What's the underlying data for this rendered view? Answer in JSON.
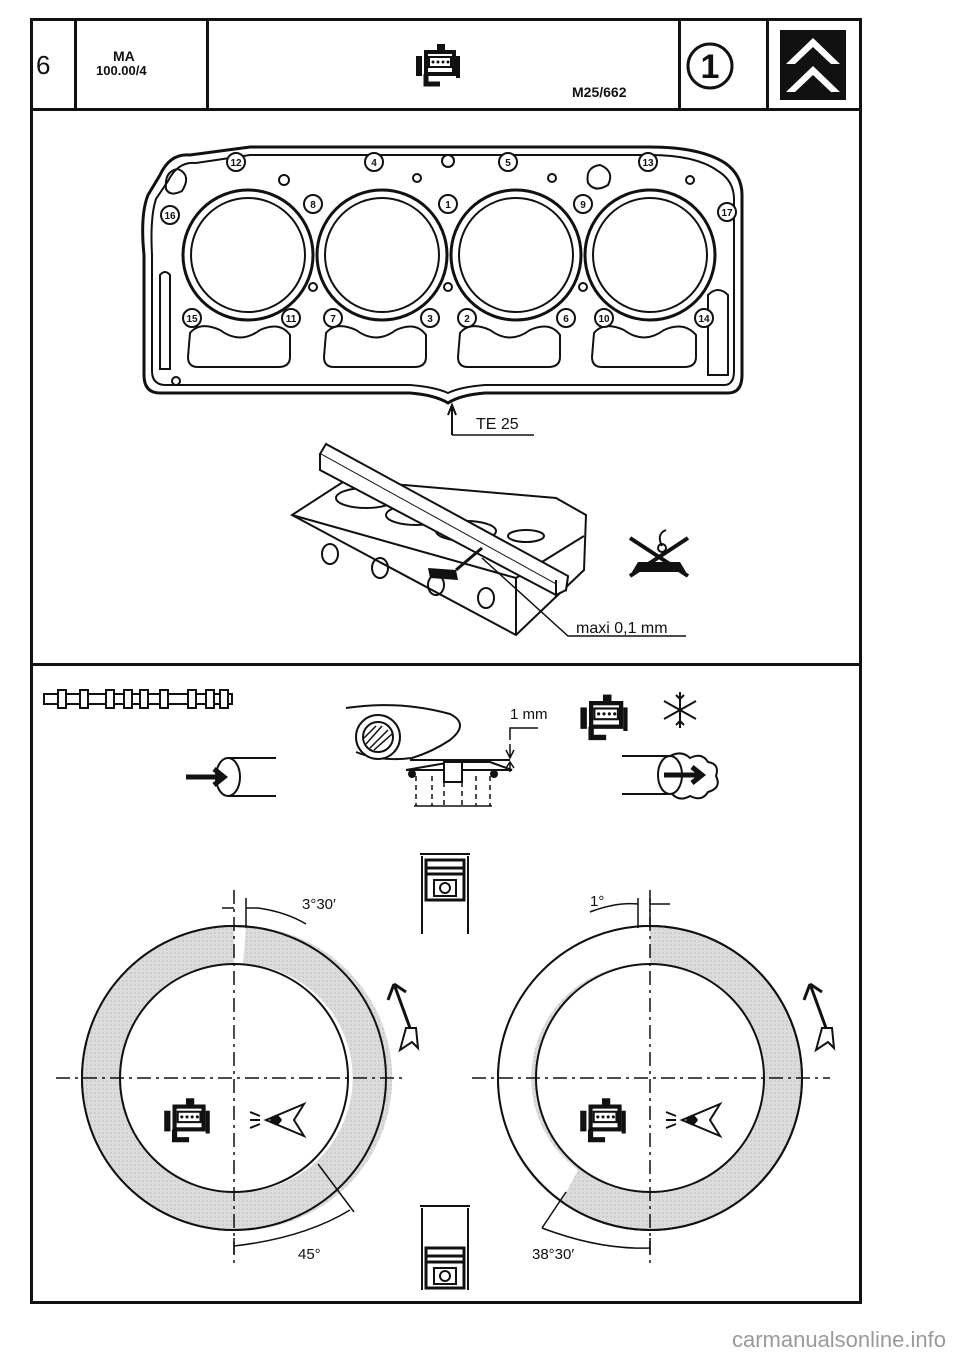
{
  "header": {
    "page_number": "6",
    "doc_code": "MA",
    "doc_ref": "100.00/4",
    "engine_code": "M25/662",
    "step_number": "1"
  },
  "gasket": {
    "bolt_numbers": [
      "1",
      "2",
      "3",
      "4",
      "5",
      "6",
      "7",
      "8",
      "9",
      "10",
      "11",
      "12",
      "13",
      "14",
      "15",
      "16",
      "17"
    ],
    "reference": "TE 25"
  },
  "flatness": {
    "tolerance": "maxi 0,1 mm"
  },
  "valve": {
    "clearance": "1 mm"
  },
  "timing": {
    "left_top_angle": "3°30′",
    "left_bottom_angle": "45°",
    "right_top_angle": "1°",
    "right_bottom_angle": "38°30′"
  },
  "footer": {
    "watermark": "carmanualsonline.info"
  }
}
